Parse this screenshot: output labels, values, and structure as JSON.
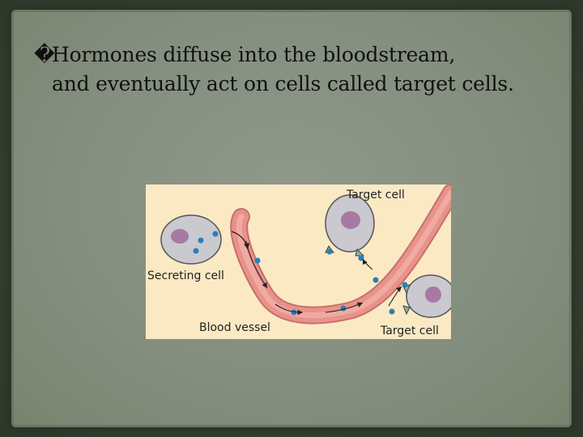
{
  "slide": {
    "bullet_glyph": "�",
    "line1": "Hormones diffuse into the bloodstream,",
    "line2": "and eventually act on cells called target cells."
  },
  "figure": {
    "labels": {
      "secreting_cell": "Secreting cell",
      "blood_vessel": "Blood vessel",
      "target_cell_top": "Target cell",
      "target_cell_bottom": "Target cell"
    },
    "colors": {
      "background": "#fbe9c4",
      "vessel": "#e8928b",
      "cell": "#c9c9cf",
      "nucleus": "#a77aa3",
      "hormone": "#2a7fb8",
      "receptor": "#86b59b"
    }
  }
}
